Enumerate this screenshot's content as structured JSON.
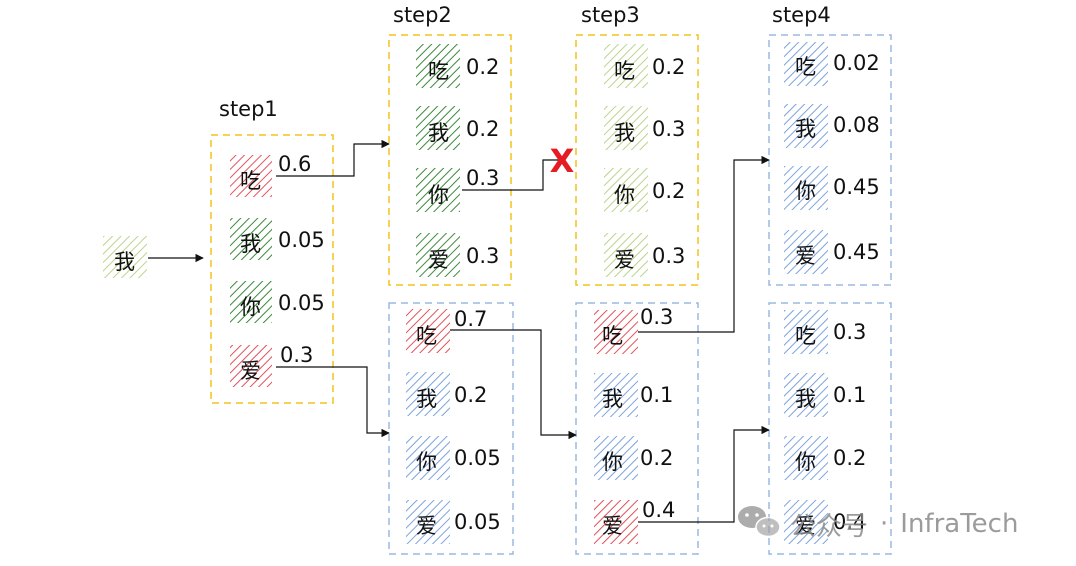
{
  "colors": {
    "yellow_border": "#f2c21b",
    "blue_border": "#9ab8e0",
    "red_hatch": "#e2525a",
    "green_hatch": "#3c8a3c",
    "light_green_hatch": "#b9d58c",
    "blue_hatch": "#7ea3dc",
    "cross": "#e51c23",
    "line": "#111111"
  },
  "start": {
    "char": "我"
  },
  "step_labels": {
    "step1": "step1",
    "step2": "step2",
    "step3": "step3",
    "step4": "step4"
  },
  "boxes": {
    "step1": [
      {
        "char": "吃",
        "prob": "0.6"
      },
      {
        "char": "我",
        "prob": "0.05"
      },
      {
        "char": "你",
        "prob": "0.05"
      },
      {
        "char": "爱",
        "prob": "0.3"
      }
    ],
    "step2_top": [
      {
        "char": "吃",
        "prob": "0.2"
      },
      {
        "char": "我",
        "prob": "0.2"
      },
      {
        "char": "你",
        "prob": "0.3"
      },
      {
        "char": "爱",
        "prob": "0.3"
      }
    ],
    "step2_bottom": [
      {
        "char": "吃",
        "prob": "0.7"
      },
      {
        "char": "我",
        "prob": "0.2"
      },
      {
        "char": "你",
        "prob": "0.05"
      },
      {
        "char": "爱",
        "prob": "0.05"
      }
    ],
    "step3_top": [
      {
        "char": "吃",
        "prob": "0.2"
      },
      {
        "char": "我",
        "prob": "0.3"
      },
      {
        "char": "你",
        "prob": "0.2"
      },
      {
        "char": "爱",
        "prob": "0.3"
      }
    ],
    "step3_bottom": [
      {
        "char": "吃",
        "prob": "0.3"
      },
      {
        "char": "我",
        "prob": "0.1"
      },
      {
        "char": "你",
        "prob": "0.2"
      },
      {
        "char": "爱",
        "prob": "0.4"
      }
    ],
    "step4_top": [
      {
        "char": "吃",
        "prob": "0.02"
      },
      {
        "char": "我",
        "prob": "0.08"
      },
      {
        "char": "你",
        "prob": "0.45"
      },
      {
        "char": "爱",
        "prob": "0.45"
      }
    ],
    "step4_bottom": [
      {
        "char": "吃",
        "prob": "0.3"
      },
      {
        "char": "我",
        "prob": "0.1"
      },
      {
        "char": "你",
        "prob": "0.2"
      },
      {
        "char": "爱",
        "prob": "0.4"
      }
    ]
  },
  "cross_mark": "X",
  "watermark": {
    "prefix": "公众号",
    "separator": "·",
    "name": "InfraTech"
  }
}
